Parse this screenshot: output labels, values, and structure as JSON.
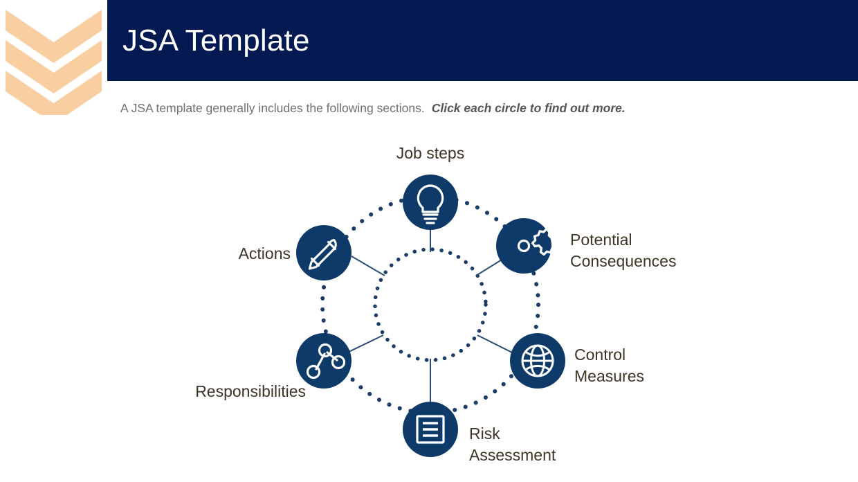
{
  "header": {
    "title": "JSA Template",
    "band_color": "#021a51",
    "logo_icon": "triple-chevron-logo",
    "logo_color": "#f9cfa1"
  },
  "subtitle": {
    "plain": "A JSA template generally includes the following sections.",
    "emphasis": "Click each circle to find out more."
  },
  "diagram": {
    "type": "radial-hexagon-cycle",
    "node_color": "#0d3a69",
    "icon_color": "#ffffff",
    "label_color": "#3d3426",
    "ring_style": "dotted",
    "nodes": [
      {
        "id": "job-steps",
        "label": "Job steps",
        "icon": "lightbulb-icon",
        "label_align": "center"
      },
      {
        "id": "potential-consequences",
        "label": "Potential\nConsequences",
        "icon": "gear-icon",
        "label_align": "left"
      },
      {
        "id": "control-measures",
        "label": "Control\nMeasures",
        "icon": "globe-icon",
        "label_align": "left"
      },
      {
        "id": "risk-assessment",
        "label": "Risk\nAssessment",
        "icon": "document-icon",
        "label_align": "left"
      },
      {
        "id": "responsibilities",
        "label": "Responsibilities",
        "icon": "network-icon",
        "label_align": "right"
      },
      {
        "id": "actions",
        "label": "Actions",
        "icon": "pencil-icon",
        "label_align": "right"
      }
    ]
  }
}
